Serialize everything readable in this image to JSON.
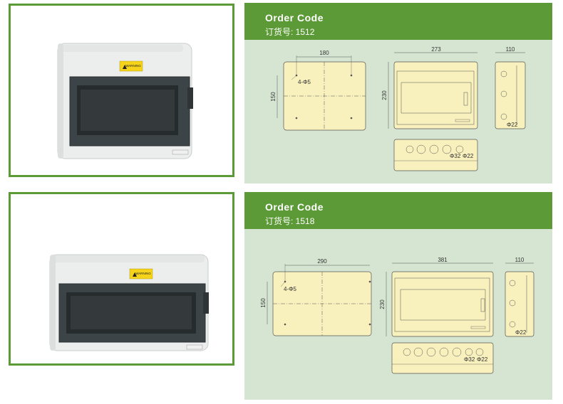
{
  "products": [
    {
      "header": {
        "title": "Order Code",
        "code_line": "订货号: 1512"
      },
      "product_label": "WARNING",
      "plan": {
        "width": "180",
        "height": "150",
        "holes": "4-Φ5"
      },
      "front": {
        "width": "273",
        "height": "230"
      },
      "side": {
        "depth": "110",
        "knockout": "Φ22"
      },
      "bottom": {
        "knockout_large": "Φ32",
        "knockout_small": "Φ22"
      }
    },
    {
      "header": {
        "title": "Order Code",
        "code_line": "订货号: 1518"
      },
      "product_label": "WARNING",
      "plan": {
        "width": "290",
        "height": "150",
        "holes": "4-Φ5"
      },
      "front": {
        "width": "381",
        "height": "230"
      },
      "side": {
        "depth": "110",
        "knockout": "Φ22"
      },
      "bottom": {
        "knockout_large": "Φ32",
        "knockout_small": "Φ22"
      }
    }
  ],
  "colors": {
    "accent": "#5b9a36",
    "panel": "#d5e5d2",
    "drawing_fill": "#f8f0bd"
  }
}
